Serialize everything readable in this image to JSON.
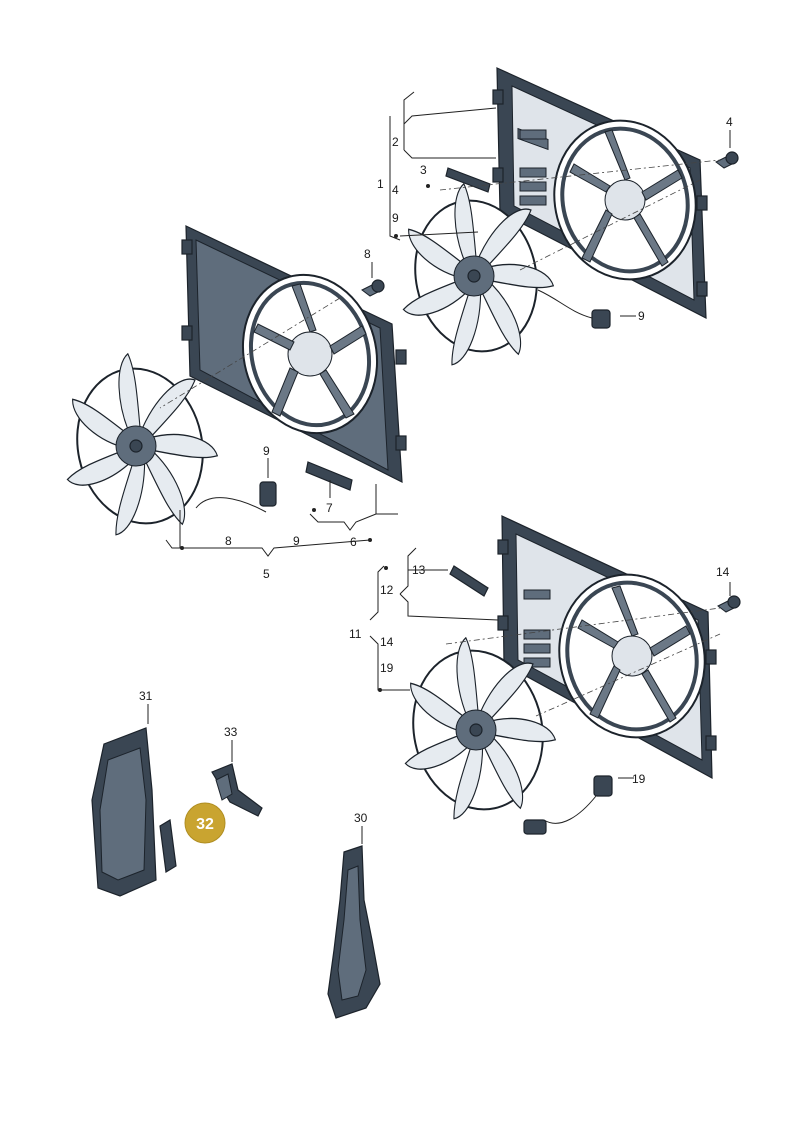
{
  "diagram": {
    "highlight": {
      "label": "32",
      "color": "#c9a430"
    },
    "callouts": [
      {
        "id": "c1",
        "label": "1"
      },
      {
        "id": "c2",
        "label": "2"
      },
      {
        "id": "c3",
        "label": "3"
      },
      {
        "id": "c4a",
        "label": "4"
      },
      {
        "id": "c4b",
        "label": "4"
      },
      {
        "id": "c9a",
        "label": "9"
      },
      {
        "id": "c9b",
        "label": "9"
      },
      {
        "id": "c8a",
        "label": "8"
      },
      {
        "id": "c9c",
        "label": "9"
      },
      {
        "id": "c7",
        "label": "7"
      },
      {
        "id": "c8b",
        "label": "8"
      },
      {
        "id": "c9d",
        "label": "9"
      },
      {
        "id": "c6",
        "label": "6"
      },
      {
        "id": "c5",
        "label": "5"
      },
      {
        "id": "c13",
        "label": "13"
      },
      {
        "id": "c14a",
        "label": "14"
      },
      {
        "id": "c12",
        "label": "12"
      },
      {
        "id": "c11",
        "label": "11"
      },
      {
        "id": "c14b",
        "label": "14"
      },
      {
        "id": "c19a",
        "label": "19"
      },
      {
        "id": "c19b",
        "label": "19"
      },
      {
        "id": "c31",
        "label": "31"
      },
      {
        "id": "c33",
        "label": "33"
      },
      {
        "id": "c30",
        "label": "30"
      }
    ]
  }
}
